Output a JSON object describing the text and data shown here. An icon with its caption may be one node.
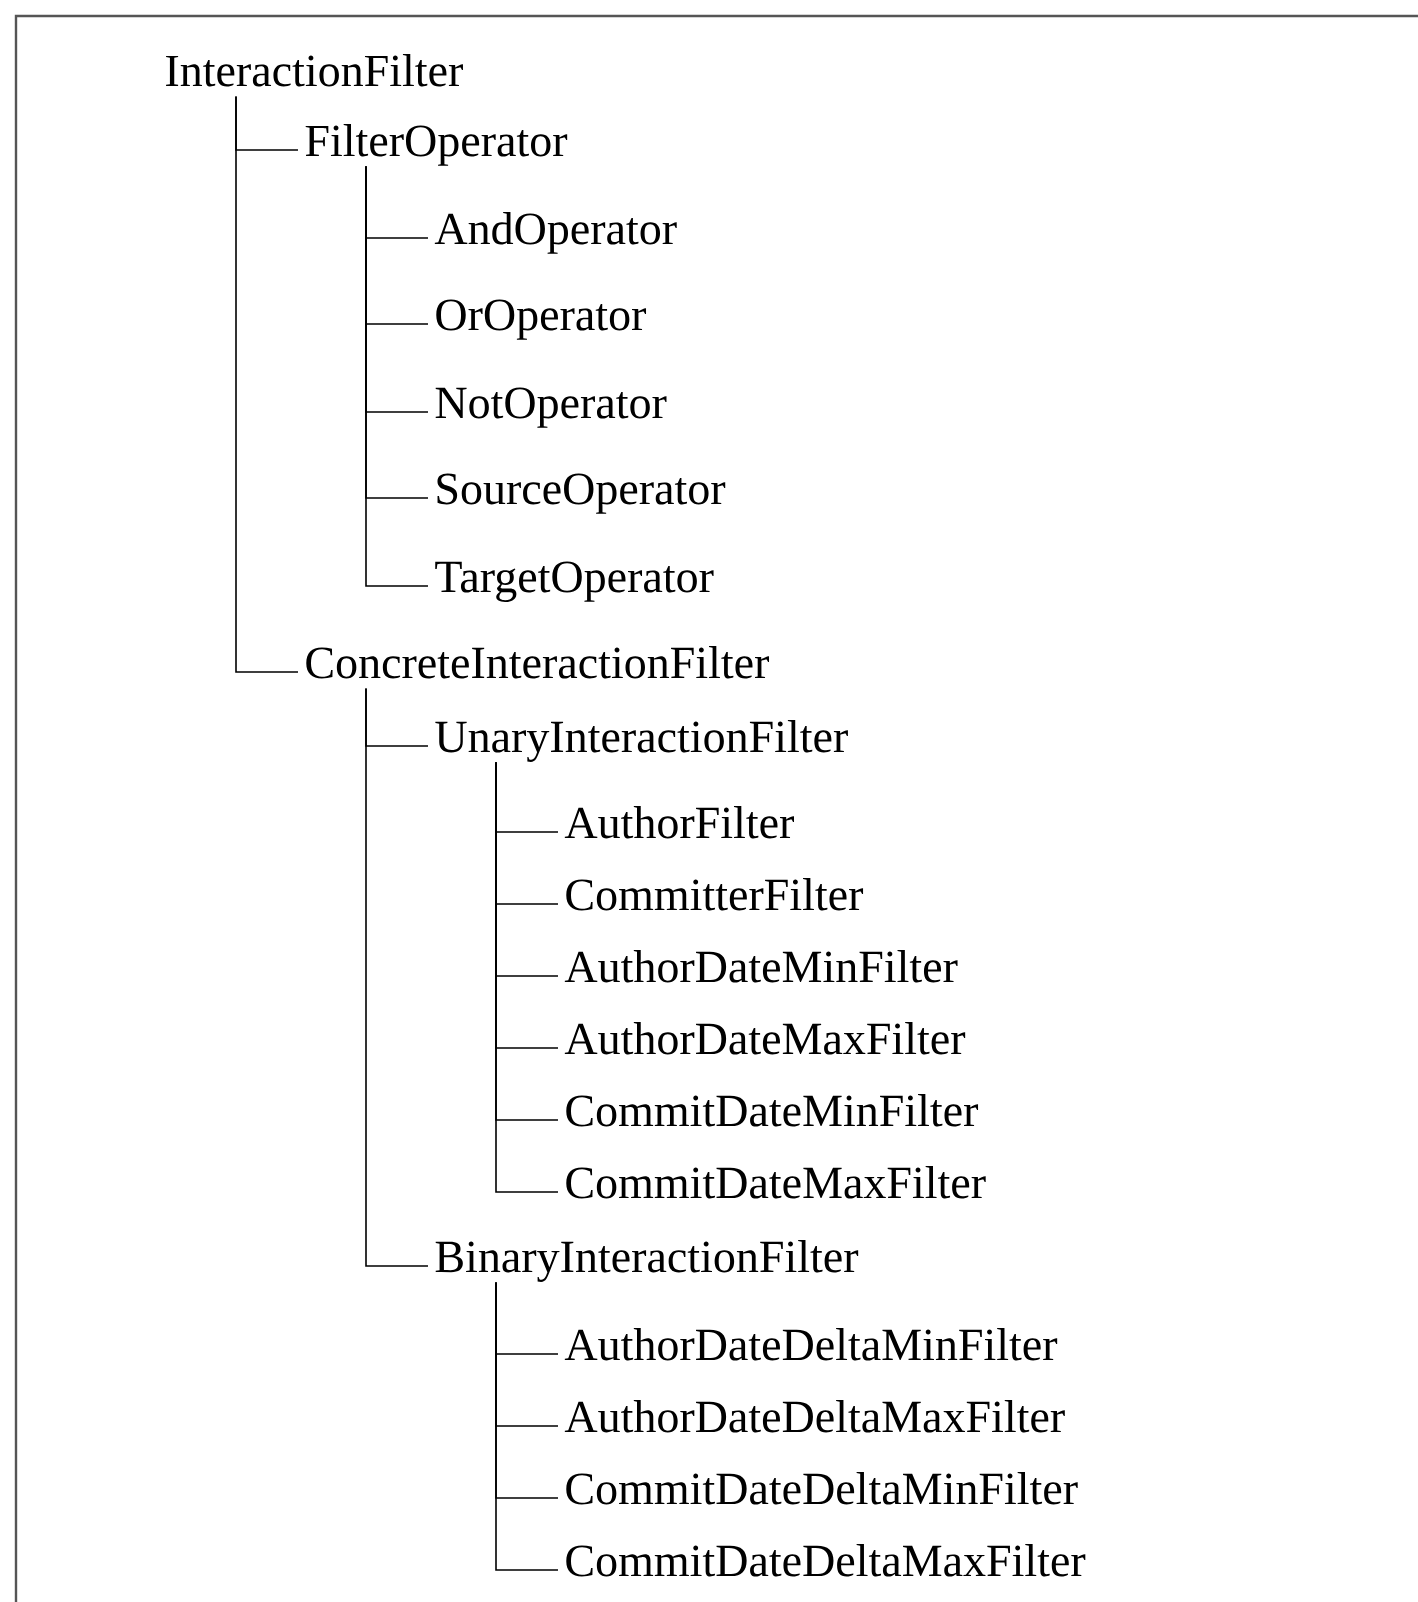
{
  "diagram": {
    "nodes": [
      {
        "text": [
          "InteractionFilter"
        ]
      },
      {
        "text": [
          "FilterOperator"
        ]
      },
      {
        "text": [
          "AndOperator"
        ]
      },
      {
        "text": [
          "OrOperator"
        ]
      },
      {
        "text": [
          "NotOperator"
        ]
      },
      {
        "text": [
          "SourceOperator"
        ]
      },
      {
        "text": [
          "TargetOperator"
        ]
      },
      {
        "text": [
          "ConcreteInteractionFilter"
        ]
      },
      {
        "text": [
          "UnaryInteractionFilter"
        ]
      },
      {
        "text": [
          "AuthorFilter"
        ]
      },
      {
        "text": [
          "CommitterFilter"
        ]
      },
      {
        "text": [
          "AuthorDateMinFilter"
        ]
      },
      {
        "text": [
          "AuthorDateMaxFilter"
        ]
      },
      {
        "text": [
          "CommitDateMinFilter"
        ]
      },
      {
        "text": [
          "CommitDateMaxFilter"
        ]
      },
      {
        "text": [
          "BinaryInteractionFilter"
        ]
      },
      {
        "text": [
          "AuthorDateDeltaMinFilter"
        ]
      },
      {
        "text": [
          "AuthorDateDeltaMaxFilter"
        ]
      },
      {
        "text": [
          "CommitDateDeltaMinFilter"
        ]
      },
      {
        "text": [
          "CommitDateDeltaMaxFilter"
        ]
      }
    ],
    "edges": [
      {
        "from": 0,
        "to": 1,
        "arrow": "none"
      },
      {
        "from": 1,
        "to": 2,
        "arrow": "none"
      },
      {
        "from": 1,
        "to": 3,
        "arrow": "none"
      },
      {
        "from": 1,
        "to": 4,
        "arrow": "none"
      },
      {
        "from": 1,
        "to": 5,
        "arrow": "none"
      },
      {
        "from": 1,
        "to": 6,
        "arrow": "none"
      },
      {
        "from": 0,
        "to": 7,
        "arrow": "none"
      },
      {
        "from": 7,
        "to": 8,
        "arrow": "none"
      },
      {
        "from": 8,
        "to": 9,
        "arrow": "none"
      },
      {
        "from": 8,
        "to": 10,
        "arrow": "none"
      },
      {
        "from": 8,
        "to": 11,
        "arrow": "none"
      },
      {
        "from": 8,
        "to": 12,
        "arrow": "none"
      },
      {
        "from": 8,
        "to": 13,
        "arrow": "none"
      },
      {
        "from": 8,
        "to": 14,
        "arrow": "none"
      },
      {
        "from": 7,
        "to": 15,
        "arrow": "none"
      },
      {
        "from": 15,
        "to": 16,
        "arrow": "none"
      },
      {
        "from": 15,
        "to": 17,
        "arrow": "none"
      },
      {
        "from": 15,
        "to": 18,
        "arrow": "none"
      },
      {
        "from": 15,
        "to": 19,
        "arrow": "none"
      }
    ]
  }
}
